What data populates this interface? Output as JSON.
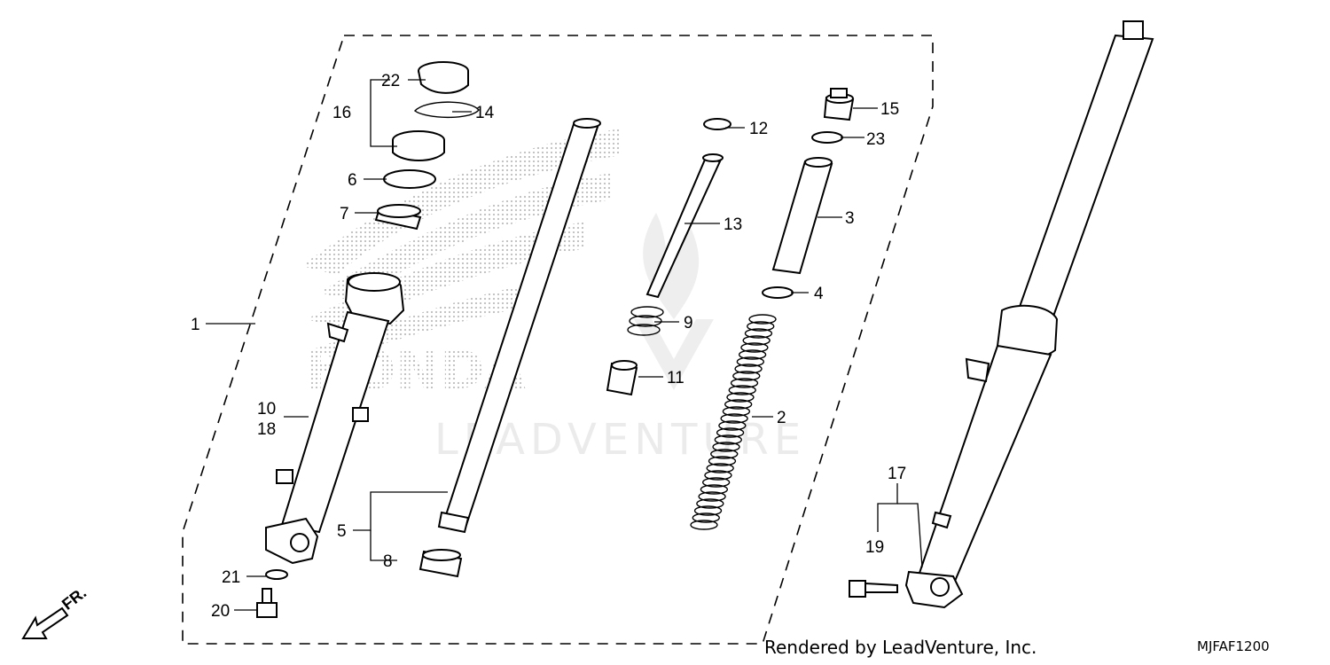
{
  "callouts": {
    "c1": "1",
    "c2": "2",
    "c3": "3",
    "c4": "4",
    "c5": "5",
    "c6": "6",
    "c7": "7",
    "c8": "8",
    "c9": "9",
    "c10": "10",
    "c11": "11",
    "c12": "12",
    "c13": "13",
    "c14": "14",
    "c15": "15",
    "c16": "16",
    "c17": "17",
    "c18": "18",
    "c19": "19",
    "c20": "20",
    "c21": "21",
    "c22": "22",
    "c23": "23"
  },
  "footer": {
    "rendered_by": "Rendered by LeadVenture, Inc.",
    "diagram_code": "MJFAF1200"
  },
  "direction": {
    "front_label": "FR."
  },
  "watermark": {
    "brand": "HONDA",
    "company": "LEADVENTURE"
  },
  "colors": {
    "line": "#000000",
    "watermark": "#c8c8c8",
    "background": "#ffffff"
  }
}
